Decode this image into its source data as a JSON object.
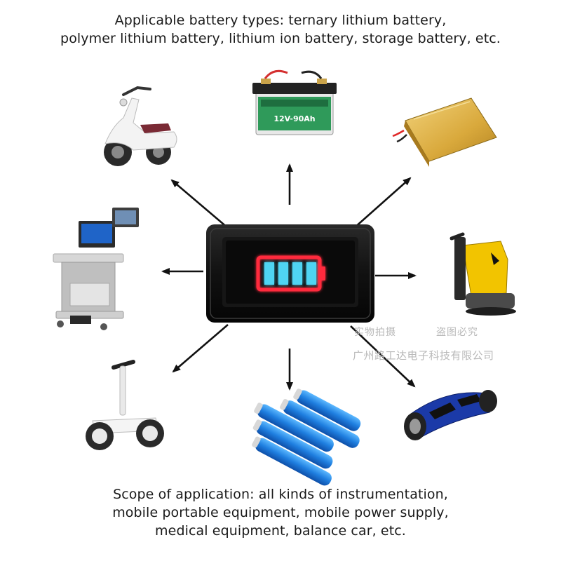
{
  "top_caption": {
    "line1": "Applicable battery types: ternary lithium battery,",
    "line2": "polymer lithium battery, lithium ion battery, storage battery, etc."
  },
  "bottom_caption": {
    "line1": "Scope of application: all kinds of instrumentation,",
    "line2": "mobile portable equipment, mobile power supply,",
    "line3": "medical equipment, balance car, etc."
  },
  "storage_battery_label": {
    "text": "12V-90Ah"
  },
  "battery_indicator": {
    "level_bars_lit": 4,
    "level_bars_total": 4,
    "frame_color": "#ff2a3c",
    "bar_color": "#4fd4f2"
  },
  "watermark": {
    "text1": "实物拍摄",
    "text2": "盗图必究",
    "text3": "广州路工达电子科技有限公司"
  }
}
